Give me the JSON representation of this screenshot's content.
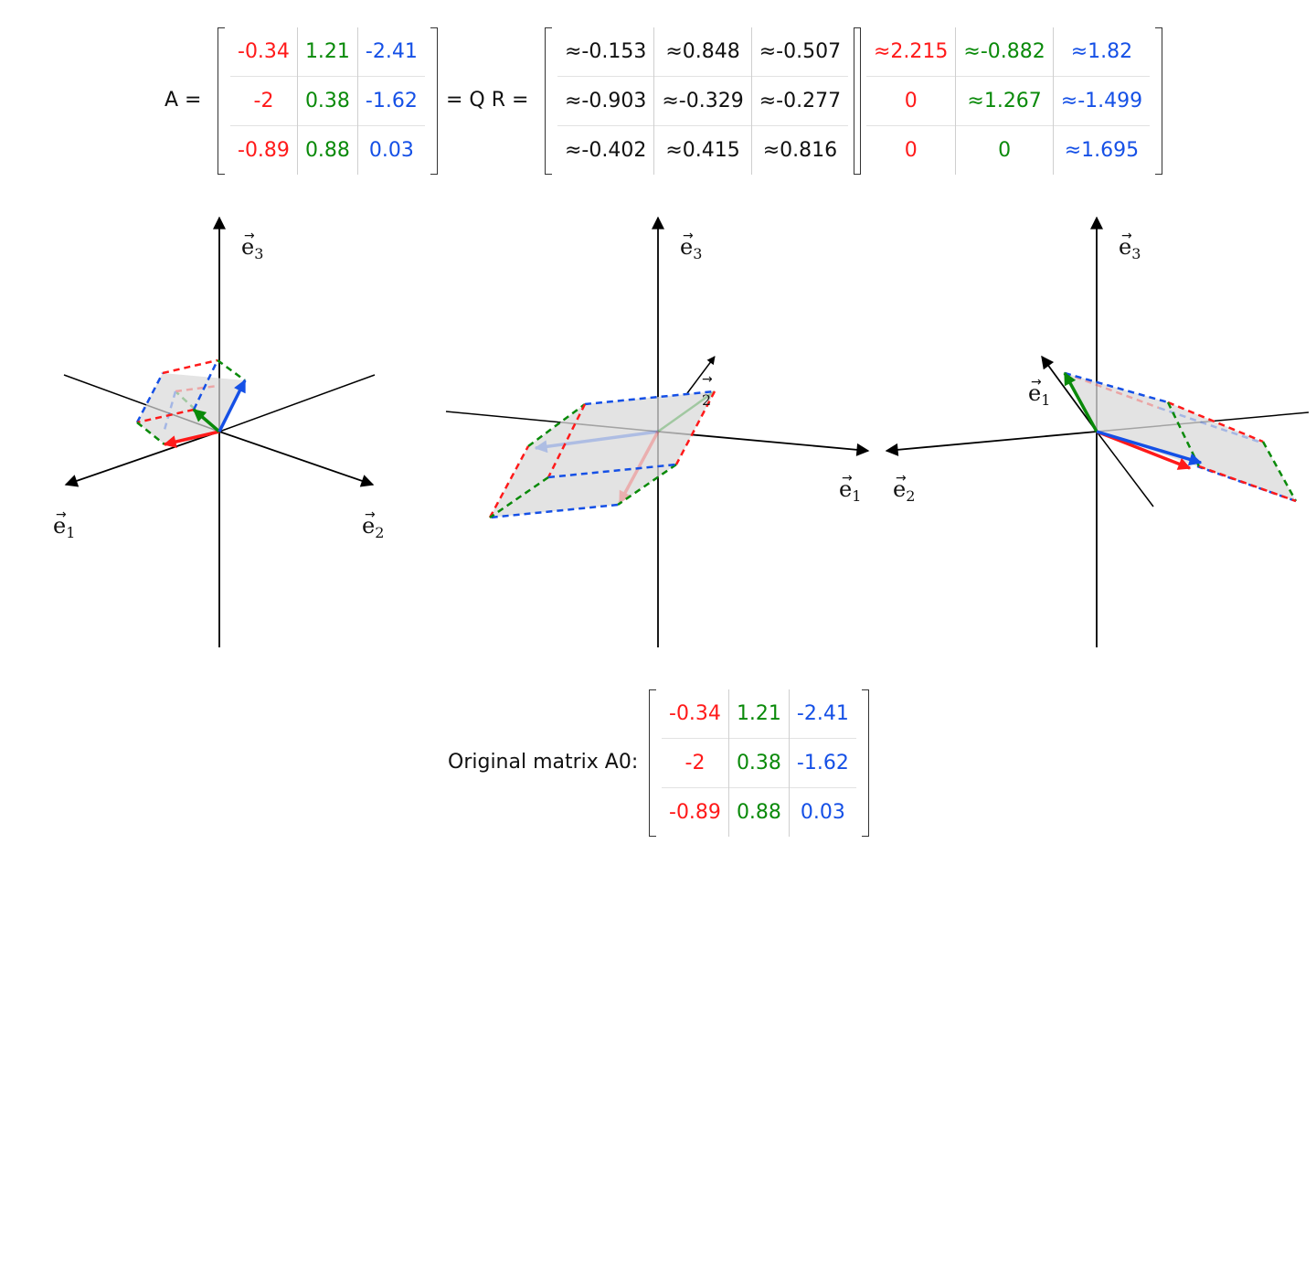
{
  "equation": {
    "a_label": "A =",
    "qr_label": "= Q R =",
    "A": [
      [
        "-0.34",
        "1.21",
        "-2.41"
      ],
      [
        "-2",
        "0.38",
        "-1.62"
      ],
      [
        "-0.89",
        "0.88",
        "0.03"
      ]
    ],
    "Q": [
      [
        "≈-0.153",
        "≈0.848",
        "≈-0.507"
      ],
      [
        "≈-0.903",
        "≈-0.329",
        "≈-0.277"
      ],
      [
        "≈-0.402",
        "≈0.415",
        "≈0.816"
      ]
    ],
    "R": [
      [
        "≈2.215",
        "≈-0.882",
        "≈1.82"
      ],
      [
        "0",
        "≈1.267",
        "≈-1.499"
      ],
      [
        "0",
        "0",
        "≈1.695"
      ]
    ]
  },
  "original": {
    "label": "Original matrix A0:",
    "A0": [
      [
        "-0.34",
        "1.21",
        "-2.41"
      ],
      [
        "-2",
        "0.38",
        "-1.62"
      ],
      [
        "-0.89",
        "0.88",
        "0.03"
      ]
    ]
  },
  "axis_labels": {
    "e1": "e",
    "e1_sub": "1",
    "e2": "e",
    "e2_sub": "2",
    "e3": "e",
    "e3_sub": "3"
  },
  "column_colors": [
    "#ff1a1a",
    "#0a8a0a",
    "#1550e6"
  ]
}
